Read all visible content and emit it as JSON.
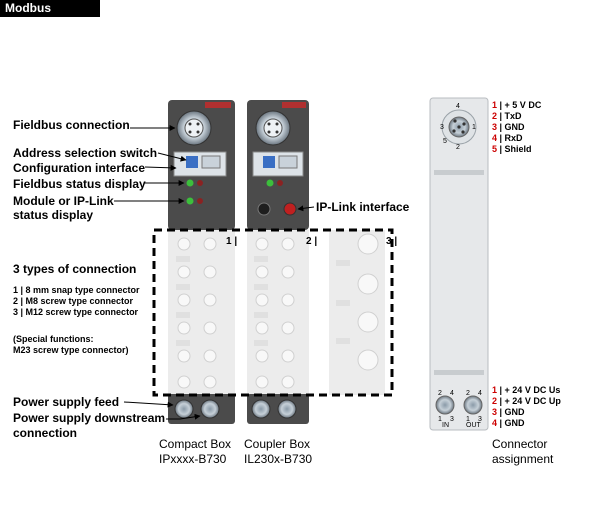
{
  "header": {
    "title": "Modbus"
  },
  "left_labels": {
    "fieldbus_connection": "Fieldbus connection",
    "address_switch": "Address selection switch",
    "config_interface": "Configuration interface",
    "fieldbus_status": "Fieldbus status display",
    "module_status_1": "Module or IP-Link",
    "module_status_2": "status display",
    "ip_link_interface": "IP-Link interface",
    "types_title": "3 types of connection",
    "type_1": "1 | 8 mm snap type connector",
    "type_2": "2 | M8 screw type connector",
    "type_3": "3 | M12 screw type connector",
    "special_1": "(Special functions:",
    "special_2": "M23 screw type connector)",
    "power_feed": "Power supply feed",
    "power_down_1": "Power supply downstream",
    "power_down_2": "connection"
  },
  "column_markers": [
    "1 |",
    "2 |",
    "3 |"
  ],
  "captions": {
    "compact_1": "Compact Box",
    "compact_2": "IPxxxx-B730",
    "coupler_1": "Coupler Box",
    "coupler_2": "IL230x-B730",
    "connector_1": "Connector",
    "connector_2": "assignment"
  },
  "fieldbus_pins": [
    {
      "num": "1",
      "text": "| + 5 V DC"
    },
    {
      "num": "2",
      "text": "| TxD"
    },
    {
      "num": "3",
      "text": "| GND"
    },
    {
      "num": "4",
      "text": "| RxD"
    },
    {
      "num": "5",
      "text": "| Shield"
    }
  ],
  "power_pins": [
    {
      "num": "1",
      "text": "| + 24 V DC Us"
    },
    {
      "num": "2",
      "text": "| + 24 V DC Up"
    },
    {
      "num": "3",
      "text": "| GND"
    },
    {
      "num": "4",
      "text": "| GND"
    }
  ],
  "connector_labels": {
    "top_pins": [
      "4",
      "1",
      "3",
      "5",
      "2"
    ],
    "bottom_pins": [
      "2",
      "4",
      "2",
      "4",
      "1",
      "3",
      "1",
      "3"
    ],
    "in": "IN",
    "out": "OUT"
  },
  "colors": {
    "pin_number": "#cc0000",
    "box_dark": "#4a4a4a",
    "box_light": "#e6e6e6"
  }
}
